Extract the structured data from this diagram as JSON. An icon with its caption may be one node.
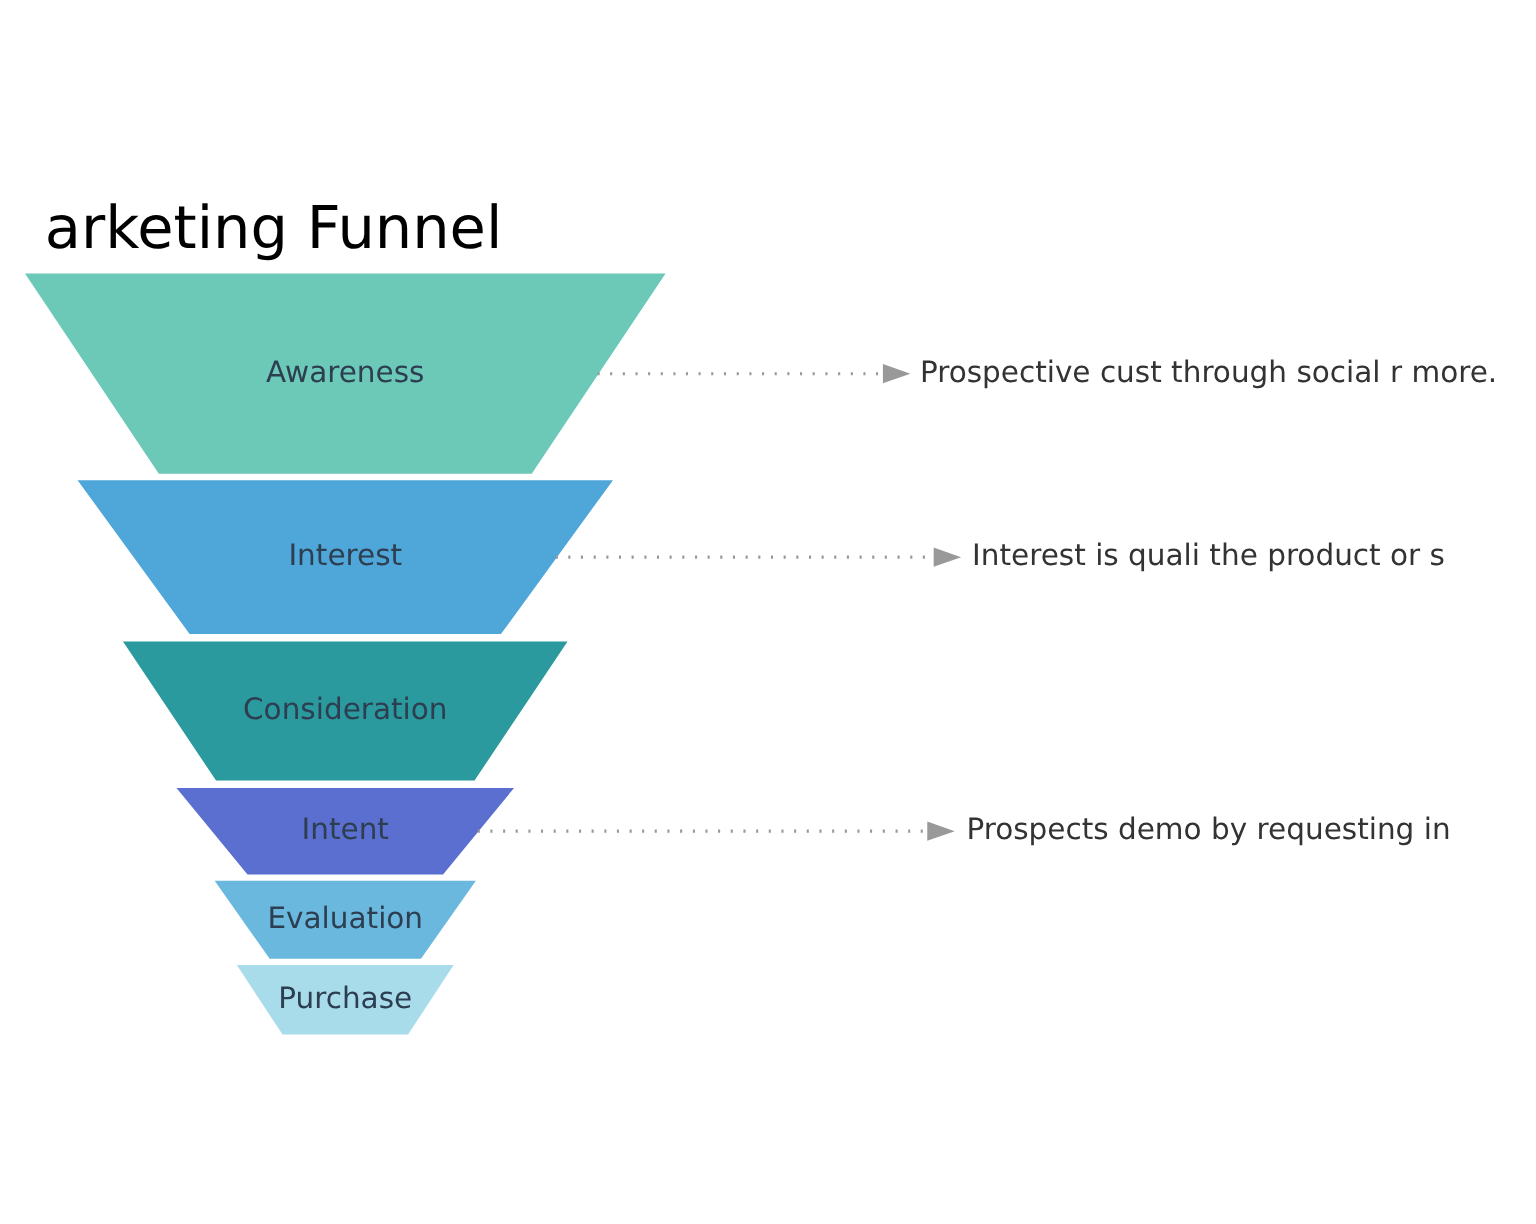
{
  "diagram": {
    "title": "arketing Funnel",
    "nodes": [
      {
        "text": [
          "Awareness"
        ]
      },
      {
        "text": [
          "Interest"
        ]
      },
      {
        "text": [
          "Consideration"
        ]
      },
      {
        "text": [
          "Intent"
        ]
      },
      {
        "text": [
          "Evaluation"
        ]
      },
      {
        "text": [
          "Purchase"
        ]
      },
      {
        "text": [
          "Prospective cust through social r more."
        ]
      },
      {
        "text": [
          "Interest is quali the product or s"
        ]
      },
      {
        "text": [
          "Prospects demo by requesting in"
        ]
      }
    ],
    "edges": [
      {
        "from": 0,
        "to": 6,
        "arrow": "to",
        "style": "dashed"
      },
      {
        "from": 1,
        "to": 7,
        "arrow": "to",
        "style": "dashed"
      },
      {
        "from": 3,
        "to": 8,
        "arrow": "to",
        "style": "dashed"
      }
    ]
  }
}
